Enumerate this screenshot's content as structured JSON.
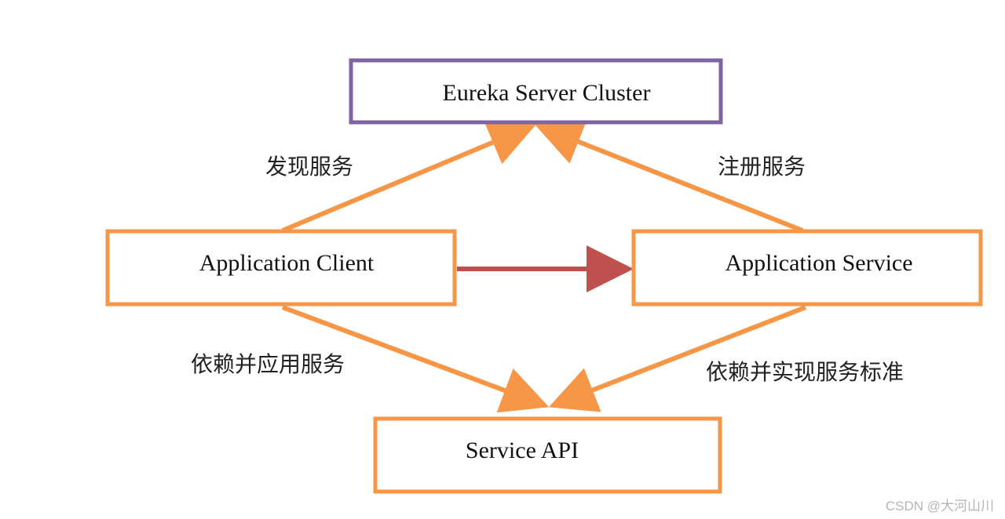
{
  "colors": {
    "eureka_border": "#8064a2",
    "box_border": "#f79646",
    "arrow_orange": "#f79646",
    "arrow_red": "#c0504d",
    "text": "#111111",
    "watermark": "#b5b5b5"
  },
  "nodes": {
    "eureka": {
      "label": "Eureka Server Cluster"
    },
    "client": {
      "label": "Application Client"
    },
    "service": {
      "label": "Application Service"
    },
    "api": {
      "label": "Service API"
    }
  },
  "edges": {
    "discover": {
      "label": "发现服务"
    },
    "register": {
      "label": "注册服务"
    },
    "depend_use": {
      "label": "依赖并应用服务"
    },
    "depend_implement": {
      "label": "依赖并实现服务标准"
    }
  },
  "watermark": "CSDN @大河山川"
}
